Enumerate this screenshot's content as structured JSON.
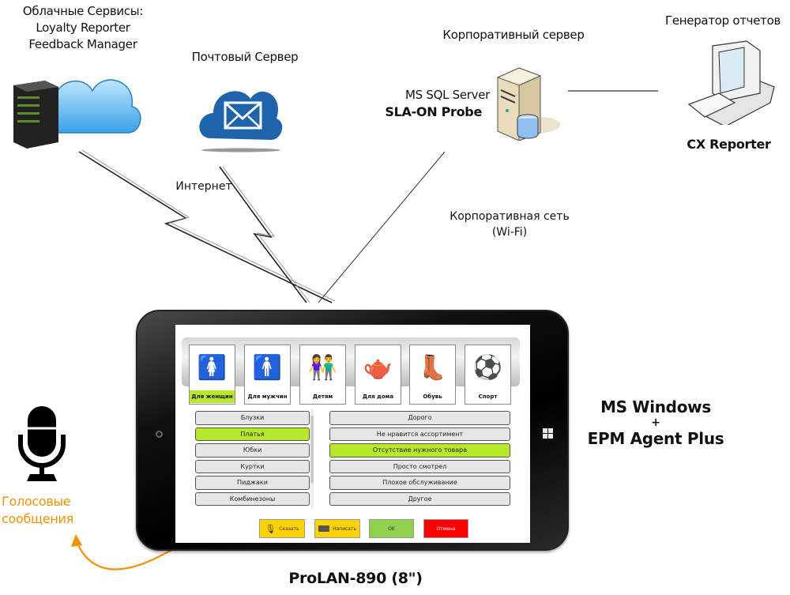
{
  "nodes": {
    "cloud_services": {
      "lines": [
        "Облачные Сервисы:",
        "Loyalty Reporter",
        "Feedback Manager"
      ],
      "icon": "server-cloud-icon"
    },
    "mail_server": {
      "label": "Почтовый Сервер",
      "icon": "mail-cloud-icon"
    },
    "corporate_server": {
      "label": "Корпоративный сервер",
      "sub1": "MS SQL Server",
      "sub2": "SLA-ON Probe",
      "icon": "database-server-icon"
    },
    "report_generator": {
      "label": "Генератор отчетов",
      "sub": "CX Reporter",
      "icon": "desktop-computer-icon"
    },
    "tablet": {
      "label": "ProLAN-890 (8\")",
      "os_line1": "MS Windows",
      "os_plus": "+",
      "os_line2": "EPM Agent Plus"
    },
    "voice": {
      "lines": [
        "Голосовые",
        "сообщения"
      ],
      "icon": "microphone-icon"
    }
  },
  "links": {
    "internet": "Интернет",
    "corporate_net_1": "Корпоративная сеть",
    "corporate_net_2": "(Wi-Fi)"
  },
  "app": {
    "categories": [
      {
        "label": "Для женщин",
        "icon": "woman-icon",
        "glyph": "🚺",
        "active": true
      },
      {
        "label": "Для мужчин",
        "icon": "man-icon",
        "glyph": "🚹",
        "active": false
      },
      {
        "label": "Детям",
        "icon": "children-icon",
        "glyph": "👫",
        "active": false
      },
      {
        "label": "Для дома",
        "icon": "teapot-icon",
        "glyph": "🫖",
        "active": false
      },
      {
        "label": "Обувь",
        "icon": "boot-icon",
        "glyph": "👢",
        "active": false
      },
      {
        "label": "Спорт",
        "icon": "soccer-ball-icon",
        "glyph": "⚽",
        "active": false
      }
    ],
    "subcategories": [
      {
        "label": "Блузки",
        "selected": false
      },
      {
        "label": "Платья",
        "selected": true
      },
      {
        "label": "Юбки",
        "selected": false
      },
      {
        "label": "Куртки",
        "selected": false
      },
      {
        "label": "Пиджаки",
        "selected": false
      },
      {
        "label": "Комбинезоны",
        "selected": false
      }
    ],
    "reasons": [
      {
        "label": "Дорого",
        "selected": false
      },
      {
        "label": "Не нравится ассортимент",
        "selected": false
      },
      {
        "label": "Отсутствие нужного товара",
        "selected": true
      },
      {
        "label": "Просто смотрел",
        "selected": false
      },
      {
        "label": "Плохое обслуживание",
        "selected": false
      },
      {
        "label": "Другое",
        "selected": false
      }
    ],
    "actions": {
      "speak": "Сказать",
      "write": "Написать",
      "ok": "OK",
      "cancel": "Отмена"
    }
  },
  "colors": {
    "selected": "#b8e82a",
    "accent_orange": "#f39200",
    "speak_yellow": "#ffd200",
    "ok_green": "#8fd14f",
    "cancel_red": "#ff0000"
  }
}
